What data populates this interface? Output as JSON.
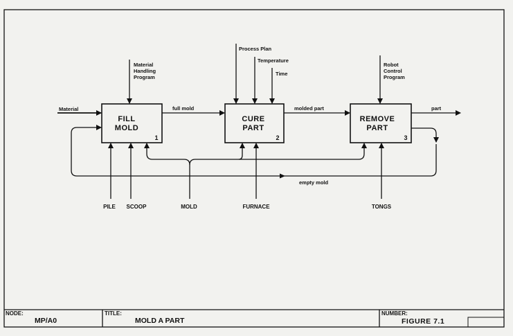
{
  "boxes": [
    {
      "title_line1": "FILL",
      "title_line2": "MOLD",
      "number": "1"
    },
    {
      "title_line1": "CURE",
      "title_line2": "PART",
      "number": "2"
    },
    {
      "title_line1": "REMOVE",
      "title_line2": "PART",
      "number": "3"
    }
  ],
  "controls": {
    "box1": [
      "Material",
      "Handling",
      "Program"
    ],
    "process_plan": "Process Plan",
    "temperature": "Temperature",
    "time": "Time",
    "box3": [
      "Robot",
      "Control",
      "Program"
    ]
  },
  "flows": {
    "input": "Material",
    "full_mold": "full mold",
    "molded_part": "molded part",
    "part": "part",
    "empty_mold": "empty mold"
  },
  "mechanisms": {
    "pile": "PILE",
    "scoop": "SCOOP",
    "mold": "MOLD",
    "furnace": "FURNACE",
    "tongs": "TONGS"
  },
  "title_block": {
    "node_label": "NODE:",
    "node_value": "MP/A0",
    "title_label": "TITLE:",
    "title_value": "MOLD A PART",
    "number_label": "NUMBER:",
    "number_value": "FIGURE 7.1"
  },
  "colors": {
    "ink": "#111111",
    "paper": "#f2f2ef"
  }
}
